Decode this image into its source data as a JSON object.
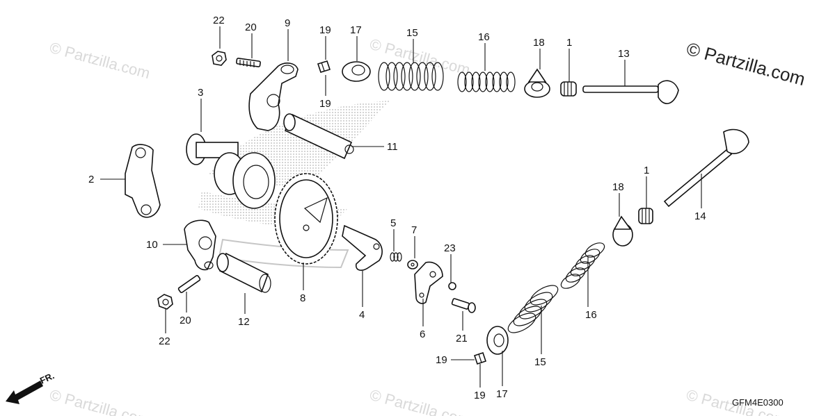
{
  "copyright": "© Partzilla.com",
  "watermark": "© Partzilla.com",
  "diagram_code": "GFM4E0300",
  "direction_label": "FR.",
  "callouts": {
    "c22a": "22",
    "c20a": "20",
    "c9": "9",
    "c19a": "19",
    "c19b": "19",
    "c17a": "17",
    "c15a": "15",
    "c16a": "16",
    "c18a": "18",
    "c1a": "1",
    "c13": "13",
    "c3": "3",
    "c2": "2",
    "c11": "11",
    "c10": "10",
    "c5": "5",
    "c7": "7",
    "c23": "23",
    "c20b": "20",
    "c12": "12",
    "c8": "8",
    "c4": "4",
    "c6": "6",
    "c21": "21",
    "c22b": "22",
    "c18b": "18",
    "c1b": "1",
    "c14": "14",
    "c16b": "16",
    "c15b": "15",
    "c19c": "19",
    "c19d": "19",
    "c17b": "17"
  }
}
